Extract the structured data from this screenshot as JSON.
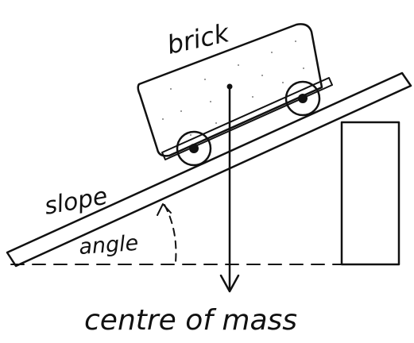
{
  "labels": {
    "brick": "brick",
    "slope": "slope",
    "angle": "angle",
    "centre_of_mass": "centre of mass"
  },
  "colors": {
    "ink": "#111111",
    "paper": "#ffffff"
  }
}
